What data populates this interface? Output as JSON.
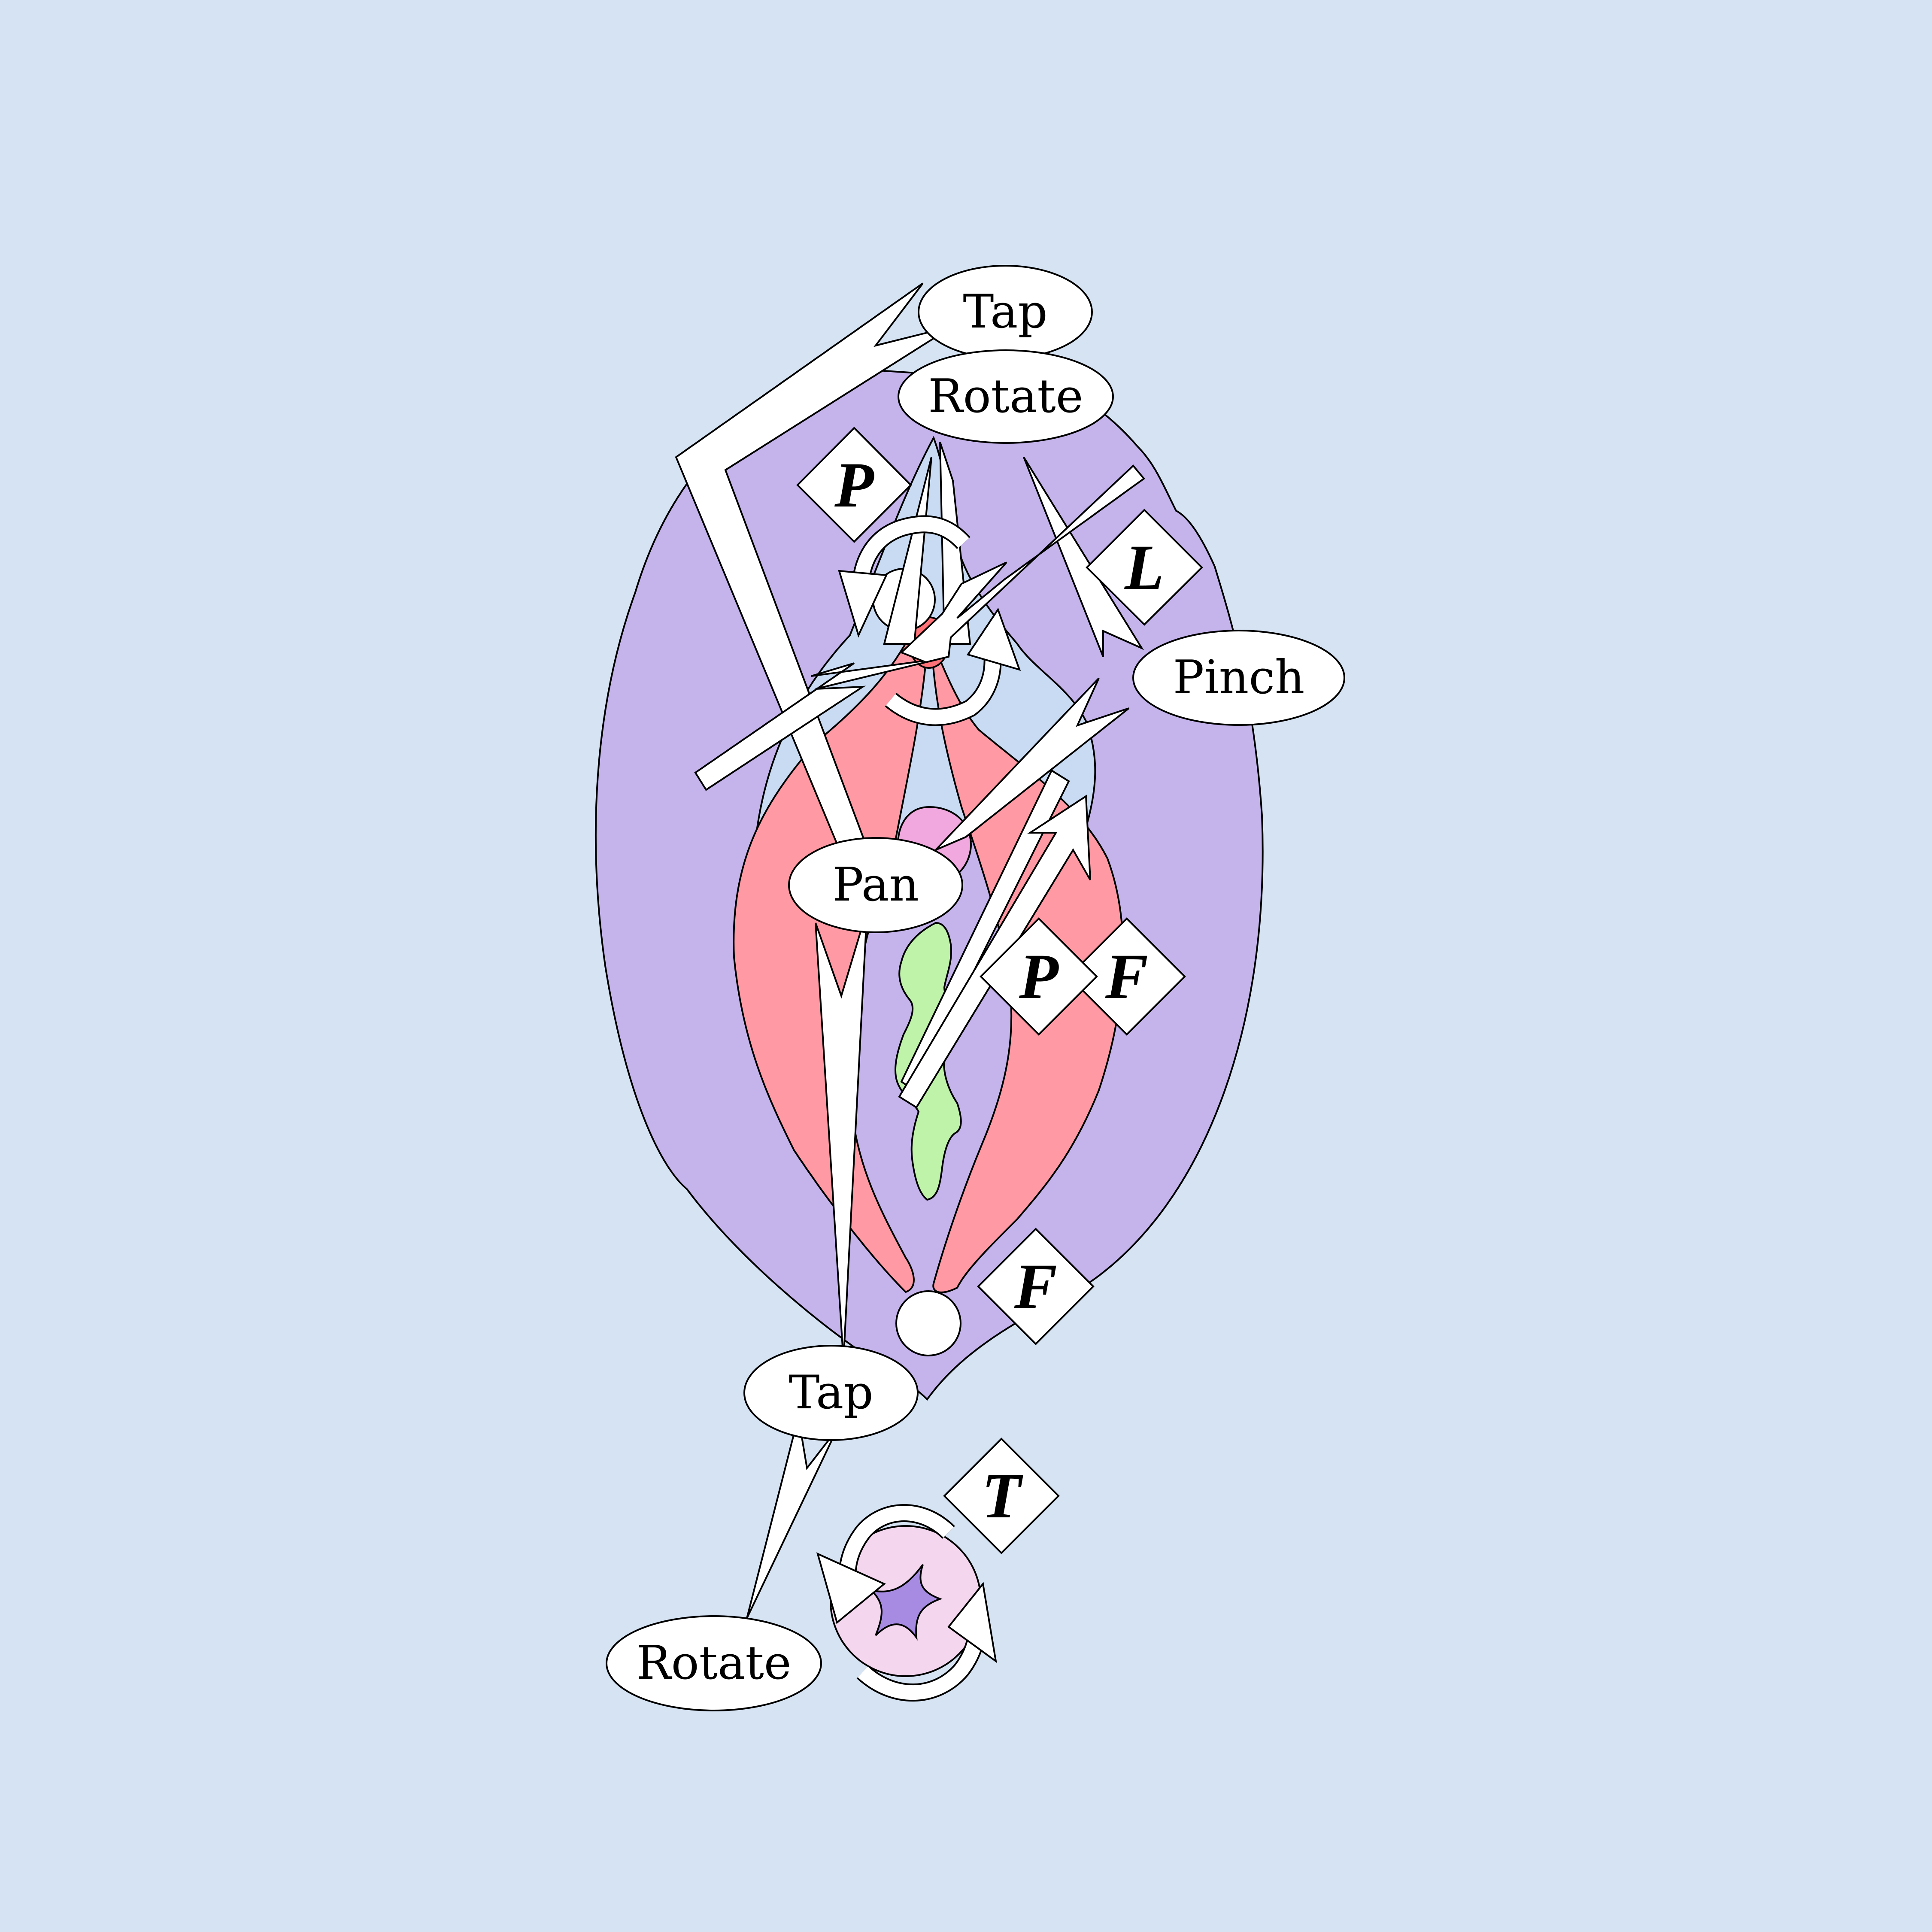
{
  "colors": {
    "background": "#d6e3f3",
    "outer_shape": "#c5b4ec",
    "inner_light": "#c8dbf3",
    "inner_pink": "#ff9aa5",
    "small_red": "#ff7277",
    "small_pink": "#f1a8de",
    "green": "#bff3a9",
    "small_shape": "#f4d6ef",
    "small_star": "#a78be2",
    "callout_fill": "#ffffff"
  },
  "labels": {
    "tap_top": "Tap",
    "rotate_top": "Rotate",
    "pinch": "Pinch",
    "pan": "Pan",
    "tap_bottom": "Tap",
    "rotate_bottom": "Rotate"
  },
  "badges": {
    "p_top": "P",
    "l": "L",
    "p_mid": "P",
    "f_mid": "F",
    "f_bottom": "F",
    "t": "T"
  },
  "icons": [
    "rotate-arrow-icon",
    "double-arrow-icon",
    "circle-marker-icon"
  ]
}
